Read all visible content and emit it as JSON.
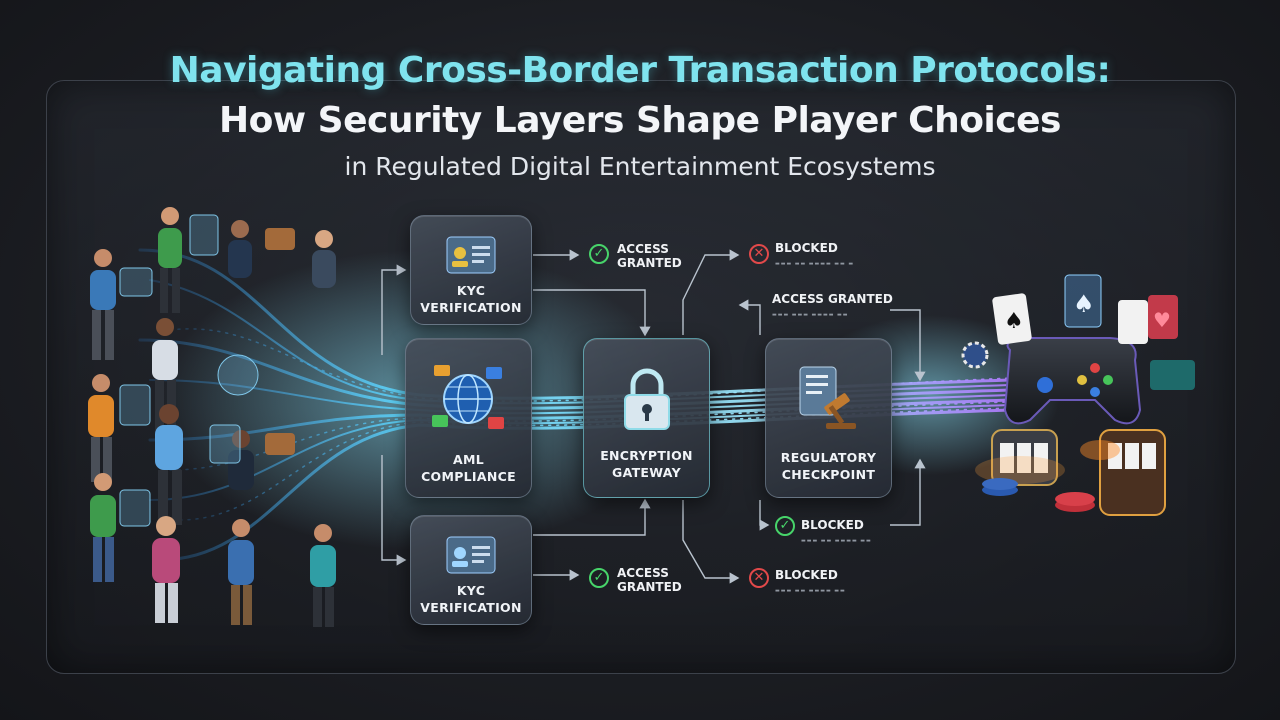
{
  "title": {
    "line1": "Navigating Cross-Border Transaction Protocols:",
    "line2": "How Security Layers Shape Player Choices",
    "line3": "in Regulated Digital Entertainment Ecosystems"
  },
  "nodes": {
    "kyc_top": {
      "line1": "KYC",
      "line2": "VERIFICATION"
    },
    "aml": {
      "line1": "AML",
      "line2": "COMPLIANCE"
    },
    "encryption": {
      "line1": "ENCRYPTION",
      "line2": "GATEWAY"
    },
    "regulatory": {
      "line1": "REGULATORY",
      "line2": "CHECKPOINT"
    },
    "kyc_bottom": {
      "line1": "KYC",
      "line2": "VERIFICATION"
    }
  },
  "statuses": {
    "access_granted_top": {
      "line1": "ACCESS",
      "line2": "GRANTED"
    },
    "blocked_top": "BLOCKED",
    "access_granted_mid": "ACCESS GRANTED",
    "blocked_mid": "BLOCKED",
    "access_granted_bottom": {
      "line1": "ACCESS",
      "line2": "GRANTED"
    },
    "blocked_bottom": "BLOCKED"
  },
  "colors": {
    "title_accent": "#7fe3ee",
    "flow_cyan": "#5fd8ff",
    "flow_purple": "#b07aff",
    "granted": "#47d46a",
    "blocked": "#e2494a"
  },
  "icons": {
    "check": "✓",
    "cross": "✕",
    "spade": "♠",
    "heart": "♥"
  }
}
